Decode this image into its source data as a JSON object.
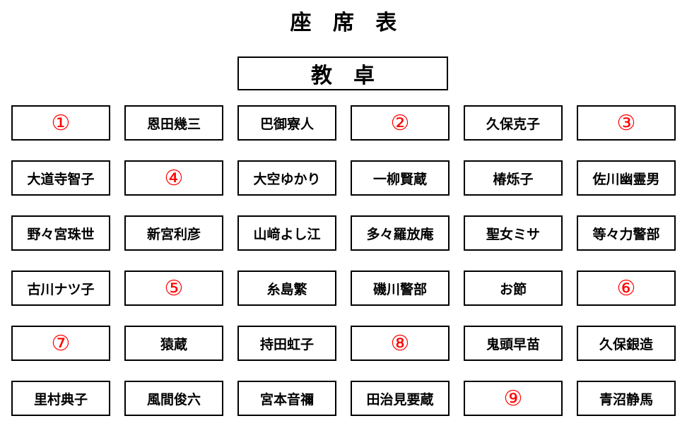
{
  "title": "座　席　表",
  "desk_label": "教　卓",
  "colors": {
    "vacant_number": "#ff0000",
    "border": "#000000",
    "text": "#000000"
  },
  "seats": [
    {
      "label": "①",
      "vacant": true
    },
    {
      "label": "恩田幾三",
      "vacant": false
    },
    {
      "label": "巴御寮人",
      "vacant": false
    },
    {
      "label": "②",
      "vacant": true
    },
    {
      "label": "久保克子",
      "vacant": false
    },
    {
      "label": "③",
      "vacant": true
    },
    {
      "label": "大道寺智子",
      "vacant": false
    },
    {
      "label": "④",
      "vacant": true
    },
    {
      "label": "大空ゆかり",
      "vacant": false
    },
    {
      "label": "一柳賢蔵",
      "vacant": false
    },
    {
      "label": "椿烁子",
      "vacant": false
    },
    {
      "label": "佐川幽霊男",
      "vacant": false
    },
    {
      "label": "野々宮珠世",
      "vacant": false
    },
    {
      "label": "新宮利彦",
      "vacant": false
    },
    {
      "label": "山﨑よし江",
      "vacant": false
    },
    {
      "label": "多々羅放庵",
      "vacant": false
    },
    {
      "label": "聖女ミサ",
      "vacant": false
    },
    {
      "label": "等々力警部",
      "vacant": false
    },
    {
      "label": "古川ナツ子",
      "vacant": false
    },
    {
      "label": "⑤",
      "vacant": true
    },
    {
      "label": "糸島繁",
      "vacant": false
    },
    {
      "label": "磯川警部",
      "vacant": false
    },
    {
      "label": "お節",
      "vacant": false
    },
    {
      "label": "⑥",
      "vacant": true
    },
    {
      "label": "⑦",
      "vacant": true
    },
    {
      "label": "猿蔵",
      "vacant": false
    },
    {
      "label": "持田虹子",
      "vacant": false
    },
    {
      "label": "⑧",
      "vacant": true
    },
    {
      "label": "鬼頭早苗",
      "vacant": false
    },
    {
      "label": "久保銀造",
      "vacant": false
    },
    {
      "label": "里村典子",
      "vacant": false
    },
    {
      "label": "風間俊六",
      "vacant": false
    },
    {
      "label": "宮本音禰",
      "vacant": false
    },
    {
      "label": "田治見要蔵",
      "vacant": false
    },
    {
      "label": "⑨",
      "vacant": true
    },
    {
      "label": "青沼静馬",
      "vacant": false
    }
  ]
}
